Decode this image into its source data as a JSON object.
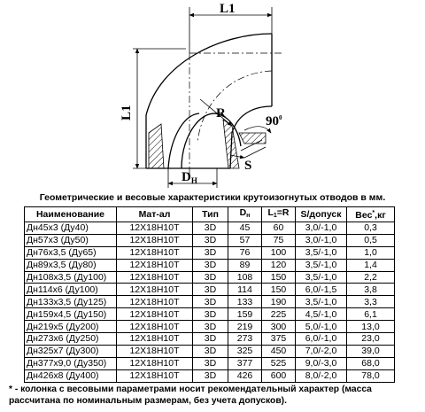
{
  "drawing": {
    "labels": {
      "l1_top": "L1",
      "l1_left": "L1",
      "radius": "R",
      "angle": "90",
      "angle_degree": "0",
      "wall": "S",
      "diameter": "D",
      "diameter_sub": "Н"
    }
  },
  "caption": "Геометрические и весовые характеристики крутоизогнутых отводов в мм.",
  "table": {
    "headers": {
      "name": "Наименование",
      "material": "Мат-ал",
      "type": "Тип",
      "diameter": "D",
      "diameter_sub": "н",
      "length": "L",
      "length_sub": "1",
      "length_suffix": "=R",
      "wall": "S/допуск",
      "weight": "Вес",
      "weight_sup": "*",
      "weight_suffix": ",кг"
    },
    "rows": [
      {
        "name": "Дн45x3 (Ду40)",
        "material": "12Х18Н10Т",
        "type": "3D",
        "dn": "45",
        "l1": "60",
        "wall": "3,0/-1,0",
        "weight": "0,3"
      },
      {
        "name": "Дн57x3 (Ду50)",
        "material": "12Х18Н10Т",
        "type": "3D",
        "dn": "57",
        "l1": "75",
        "wall": "3,0/-1,0",
        "weight": "0,5"
      },
      {
        "name": "Дн76x3,5 (Ду65)",
        "material": "12Х18Н10Т",
        "type": "3D",
        "dn": "76",
        "l1": "100",
        "wall": "3,5/-1,0",
        "weight": "1,0"
      },
      {
        "name": "Дн89x3,5 (Ду80)",
        "material": "12Х18Н10Т",
        "type": "3D",
        "dn": "89",
        "l1": "120",
        "wall": "3,5/-1,0",
        "weight": "1,4"
      },
      {
        "name": "Дн108x3,5 (Ду100)",
        "material": "12Х18Н10Т",
        "type": "3D",
        "dn": "108",
        "l1": "150",
        "wall": "3,5/-1,0",
        "weight": "2,2"
      },
      {
        "name": "Дн114x6 (Ду100)",
        "material": "12Х18Н10Т",
        "type": "3D",
        "dn": "114",
        "l1": "150",
        "wall": "6,0/-1,5",
        "weight": "3,8"
      },
      {
        "name": "Дн133x3,5 (Ду125)",
        "material": "12Х18Н10Т",
        "type": "3D",
        "dn": "133",
        "l1": "190",
        "wall": "3,5/-1,0",
        "weight": "3,3"
      },
      {
        "name": "Дн159x4,5 (Ду150)",
        "material": "12Х18Н10Т",
        "type": "3D",
        "dn": "159",
        "l1": "225",
        "wall": "4,5/-1,0",
        "weight": "6,1"
      },
      {
        "name": "Дн219x5 (Ду200)",
        "material": "12Х18Н10Т",
        "type": "3D",
        "dn": "219",
        "l1": "300",
        "wall": "5,0/-1,0",
        "weight": "13,0"
      },
      {
        "name": "Дн273x6 (Ду250)",
        "material": "12Х18Н10Т",
        "type": "3D",
        "dn": "273",
        "l1": "375",
        "wall": "6,0/-1,0",
        "weight": "23,0"
      },
      {
        "name": "Дн325x7 (Ду300)",
        "material": "12Х18Н10Т",
        "type": "3D",
        "dn": "325",
        "l1": "450",
        "wall": "7,0/-2,0",
        "weight": "39,0"
      },
      {
        "name": "Дн377x9,0 (Ду350)",
        "material": "12Х18Н10Т",
        "type": "3D",
        "dn": "377",
        "l1": "525",
        "wall": "9,0/-3,0",
        "weight": "68,0"
      },
      {
        "name": "Дн426x8 (Ду400)",
        "material": "12Х18Н10Т",
        "type": "3D",
        "dn": "426",
        "l1": "600",
        "wall": "8,0/-2,0",
        "weight": "78,0"
      }
    ]
  },
  "footnote": "* - колонка с весовыми параметрами носит рекомендательный характер (масса рассчитана по номинальным размерам, без учета допусков)."
}
